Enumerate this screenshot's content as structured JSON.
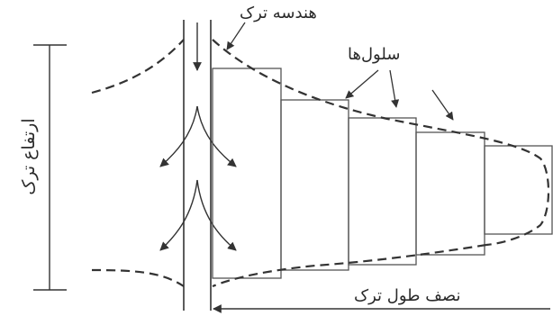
{
  "labels": {
    "crack_geometry": "هندسه ترک",
    "cells": "سلول‌ها",
    "crack_height": "ارتفاع ترک",
    "half_crack_length": "نصف طول ترک"
  },
  "colors": {
    "stroke": "#333333",
    "background": "#ffffff"
  }
}
